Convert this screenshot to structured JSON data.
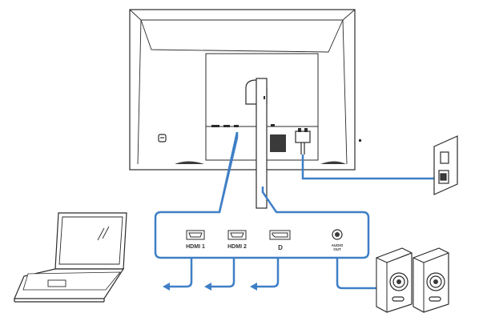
{
  "ports": {
    "hdmi1": "HDMI 1",
    "hdmi2": "HDMI 2",
    "dp": "D",
    "audio_line1": "AUDIO",
    "audio_line2": "OUT"
  },
  "colors": {
    "cable": "#3f7fc6",
    "outline": "#2b2b2b",
    "panel_fill": "#ffffff",
    "dark_fill": "#3a3a3a"
  },
  "icons": [
    "monitor-back",
    "laptop-icon",
    "speaker-icon",
    "wall-outlet-icon",
    "power-plug-icon",
    "hdmi-port-icon",
    "displayport-icon",
    "audio-jack-icon",
    "arrow-left-icon"
  ]
}
